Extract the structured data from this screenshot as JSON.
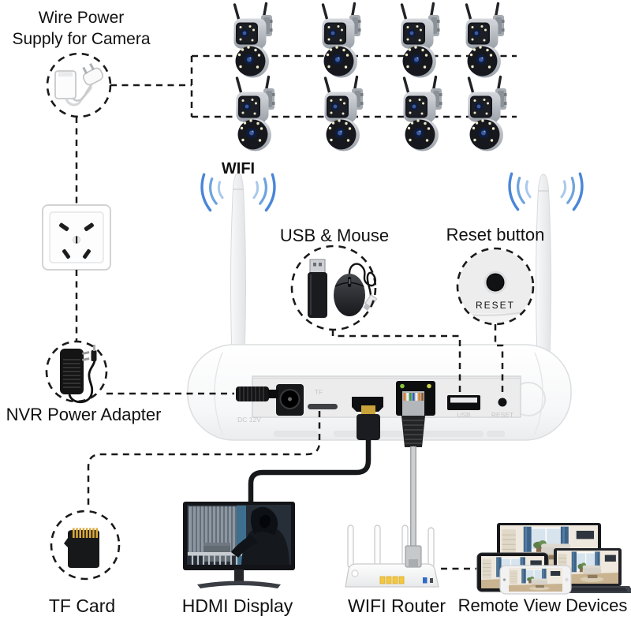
{
  "diagram": {
    "wire_power": {
      "line1": "Wire Power",
      "line2": "Supply for Camera"
    },
    "wifi_label": "WIFI",
    "usb_mouse_label": "USB & Mouse",
    "reset_button_label": "Reset button",
    "reset_detail_label": "RESET",
    "nvr_power_adapter_label": "NVR Power Adapter",
    "tf_card_label": "TF Card",
    "hdmi_display_label": "HDMI Display",
    "wifi_router_label": "WIFI Router",
    "remote_view_label": "Remote View Devices",
    "nvr_ports": {
      "dc": "DC 12V",
      "tf": "TF",
      "usb": "USB",
      "reset": "RESET"
    },
    "cameras": {
      "count": 8,
      "rows": 2,
      "per_row": 4
    }
  },
  "colors": {
    "background": "#ffffff",
    "text": "#111111",
    "dashed_line": "#1a1a1a",
    "wifi_arc_outer": "#4a86d8",
    "wifi_arc_mid": "#6ea3de",
    "wifi_arc_inner": "#a9c9ec",
    "port_label": "#c6c6c6",
    "camera_led": "#efe9c8",
    "ethernet_port_yellow": "#f3c83f",
    "wan_port_blue": "#2e6bc4"
  }
}
